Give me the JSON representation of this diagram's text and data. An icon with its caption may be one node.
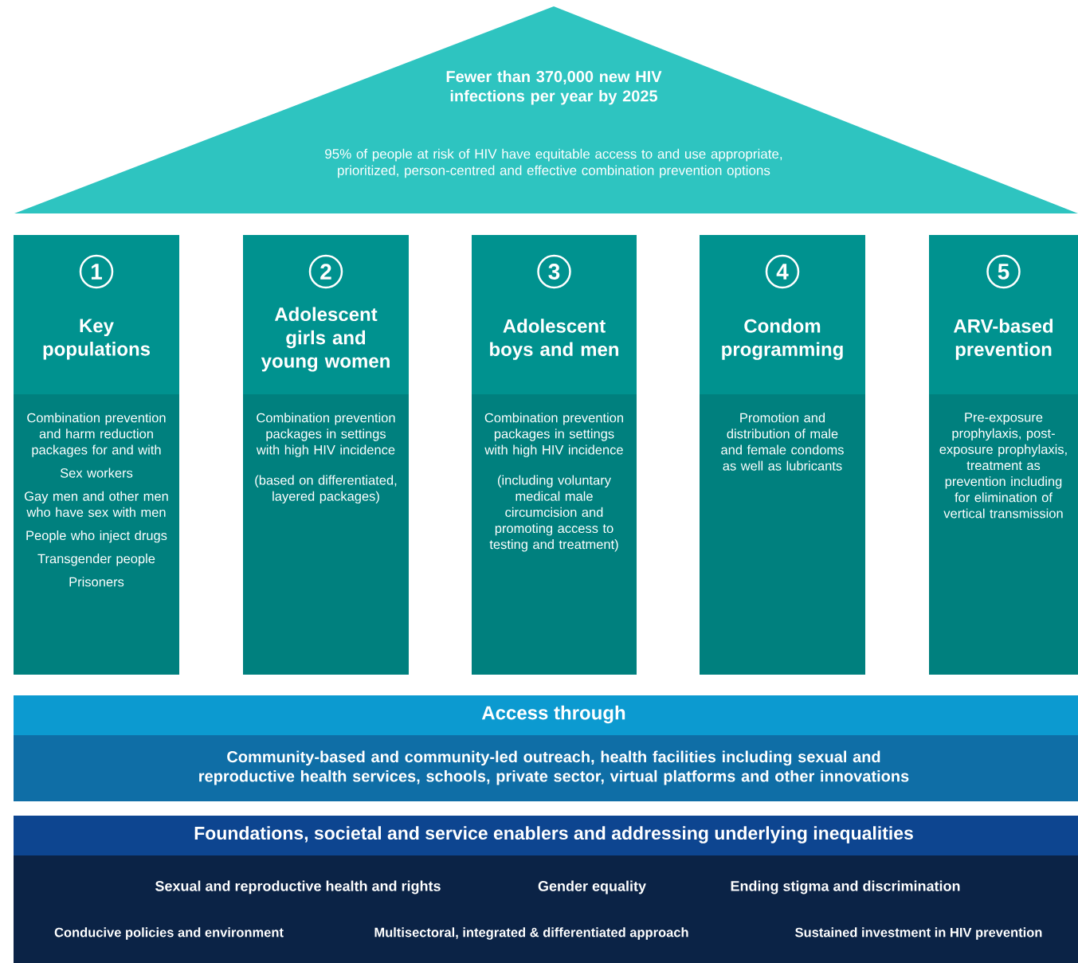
{
  "diagram": {
    "nodes": [
      {
        "text": [
          "Fewer than 370,000 new HIV infections per year by 2025",
          "95% of people at risk of HIV have equitable access to and use appropriate, prioritized, person-centred and effective combination prevention options"
        ]
      },
      {
        "text": [
          "Key populations",
          "Combination prevention and harm reduction packages for and with",
          "Sex workers",
          "Gay men and other men who have sex with men",
          "People who inject drugs",
          "Transgender people",
          "Prisoners"
        ]
      },
      {
        "text": [
          "1"
        ],
        "in": 1
      },
      {
        "text": [
          "Adolescent girls and young women",
          "Combination prevention packages in settings with high HIV incidence",
          "(based on differentiated, layered packages)"
        ]
      },
      {
        "text": [
          "2"
        ],
        "in": 3
      },
      {
        "text": [
          "Adolescent boys and men",
          "Combination prevention packages in settings with high HIV incidence",
          "(including voluntary medical male circumcision and promoting access to testing and treatment)"
        ]
      },
      {
        "text": [
          "3"
        ],
        "in": 5
      },
      {
        "text": [
          "Condom programming",
          "Promotion and distribution of male and female condoms as well as lubricants"
        ]
      },
      {
        "text": [
          "4"
        ],
        "in": 7
      },
      {
        "text": [
          "ARV-based prevention",
          "Pre-exposure prophylaxis, post-exposure prophylaxis, treatment as prevention including for elimination of vertical transmission"
        ]
      },
      {
        "text": [
          "5"
        ],
        "in": 9
      },
      {
        "text": [
          "Access through",
          "Community-based and community-led outreach, health facilities including sexual and reproductive health services, schools, private sector, virtual platforms and other innovations"
        ]
      },
      {
        "text": [
          "Foundations, societal and service enablers and addressing underlying inequalities",
          "Sexual and reproductive health and rights",
          "Gender equality",
          "Ending stigma and discrimination",
          "Conducive policies and environment",
          "Multisectoral, integrated & differentiated approach",
          "Sustained investment in HIV prevention"
        ]
      }
    ]
  }
}
